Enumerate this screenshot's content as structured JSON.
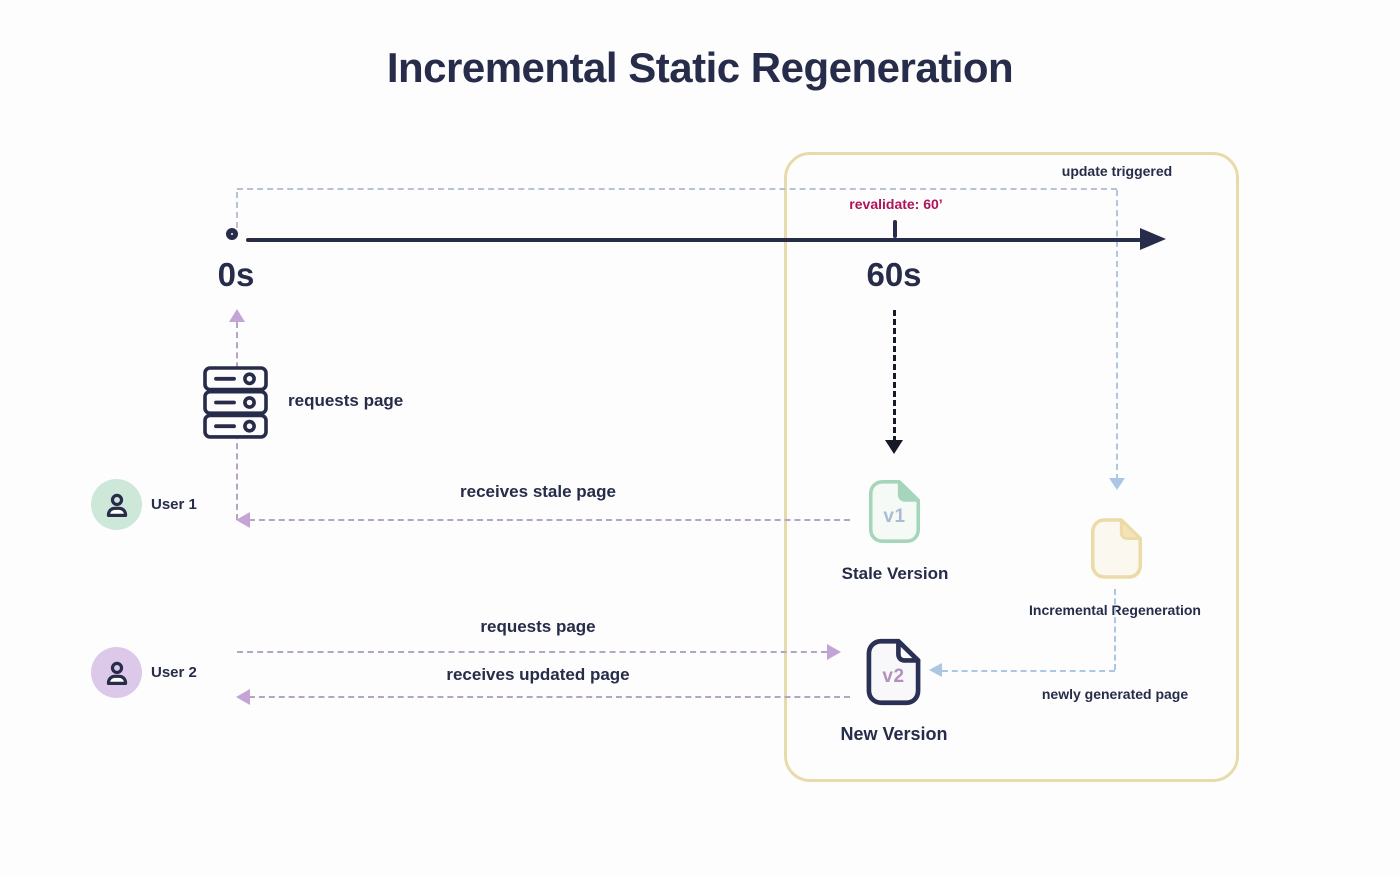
{
  "title": "Incremental Static Regeneration",
  "timeline": {
    "start": "0s",
    "end": "60s",
    "revalidate": "revalidate: 60’",
    "update_triggered": "update triggered"
  },
  "server": {
    "label": "requests page"
  },
  "users": {
    "user1": {
      "name": "User 1",
      "receives": "receives stale page"
    },
    "user2": {
      "name": "User 2",
      "requests": "requests page",
      "receives": "receives updated page"
    }
  },
  "documents": {
    "stale": {
      "badge": "v1",
      "caption": "Stale Version"
    },
    "fresh": {
      "badge": "v2",
      "caption": "New Version"
    },
    "regen": {
      "caption": "Incremental Regeneration",
      "note": "newly generated page"
    }
  },
  "colors": {
    "navy": "#262c49",
    "magenta": "#ad1457",
    "mint": "#a5d5ba",
    "mint_avatar": "#cde7d9",
    "lavender_avatar": "#dcc9e9",
    "purple_dash": "#b5a4c6",
    "purple_arrow": "#c2a5d4",
    "blue_dash": "#b8c2d4",
    "blue_arrow": "#abc7e3",
    "gold": "#e8dbab",
    "badge_v1": "#a9bcd4",
    "badge_v2": "#b091bd"
  }
}
